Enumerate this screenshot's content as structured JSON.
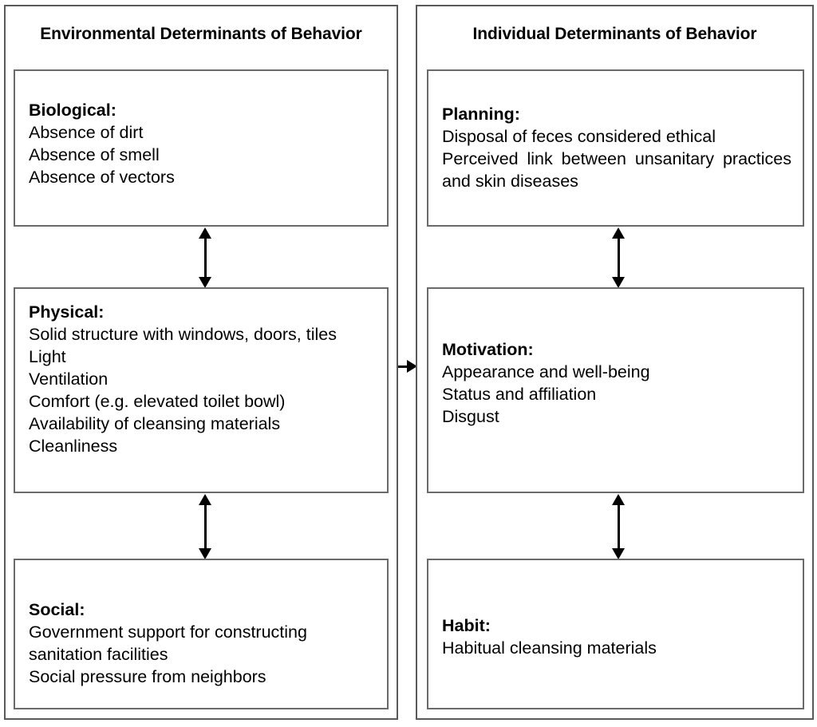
{
  "diagram": {
    "title_internal": "Determinants of sanitation behavior framework",
    "colors": {
      "panel_border": "#59595b",
      "box_border": "#6a6a6c",
      "arrow": "#000000",
      "background": "#ffffff",
      "text": "#000000"
    },
    "panels": [
      {
        "id": "environmental",
        "title": "Environmental Determinants of Behavior",
        "boxes": [
          {
            "id": "biological",
            "heading": "Biological:",
            "lines": [
              "Absence of dirt",
              "Absence of smell",
              "Absence of vectors"
            ]
          },
          {
            "id": "physical",
            "heading": "Physical:",
            "lines": [
              "Solid structure with windows, doors, tiles",
              "Light",
              "Ventilation",
              "Comfort (e.g. elevated toilet bowl)",
              "Availability of cleansing materials",
              "Cleanliness"
            ]
          },
          {
            "id": "social",
            "heading": "Social:",
            "lines": [
              "Government support for constructing sanitation facilities",
              "Social pressure from neighbors"
            ]
          }
        ]
      },
      {
        "id": "individual",
        "title": "Individual Determinants of Behavior",
        "boxes": [
          {
            "id": "planning",
            "heading": "Planning:",
            "lines": [
              "Disposal of feces considered ethical",
              "Perceived link between unsanitary practices and skin diseases"
            ]
          },
          {
            "id": "motivation",
            "heading": "Motivation:",
            "lines": [
              "Appearance and well-being",
              "Status and affiliation",
              "Disgust"
            ]
          },
          {
            "id": "habit",
            "heading": "Habit:",
            "lines": [
              "Habitual cleansing materials"
            ]
          }
        ]
      }
    ],
    "arrows": [
      {
        "id": "env-biological-physical",
        "type": "double-headed-vertical"
      },
      {
        "id": "env-physical-social",
        "type": "double-headed-vertical"
      },
      {
        "id": "ind-planning-motivation",
        "type": "double-headed-vertical"
      },
      {
        "id": "ind-motivation-habit",
        "type": "double-headed-vertical"
      },
      {
        "id": "env-to-individual",
        "type": "single-headed-horizontal"
      }
    ]
  }
}
